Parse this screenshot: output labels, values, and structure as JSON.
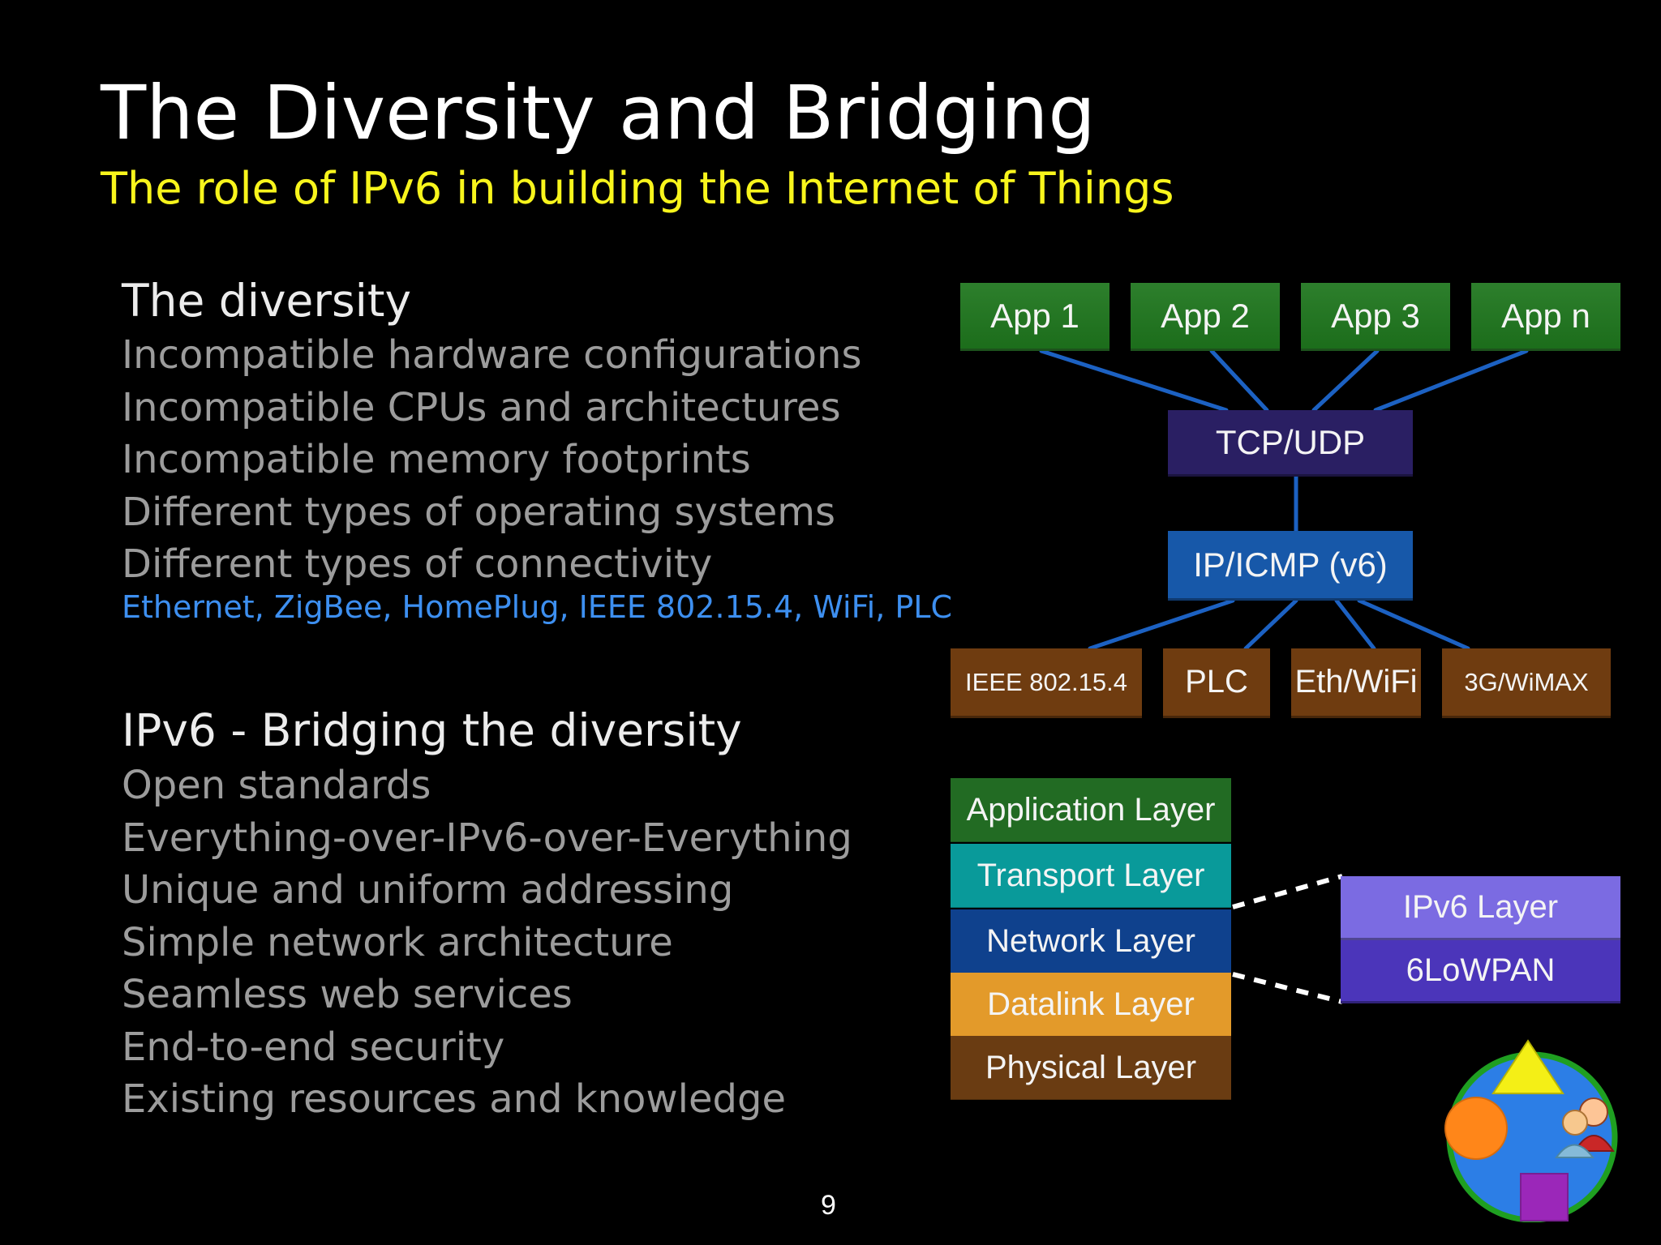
{
  "slide": {
    "title": "The Diversity and Bridging",
    "subtitle": "The role of IPv6 in building the Internet of Things",
    "page_number": "9"
  },
  "diversity": {
    "heading": "The diversity",
    "items": [
      "Incompatible hardware configurations",
      "Incompatible CPUs and architectures",
      "Incompatible memory footprints",
      "Different types of operating systems",
      "Different types of connectivity"
    ],
    "connectivity_note": "Ethernet, ZigBee, HomePlug, IEEE 802.15.4, WiFi, PLC"
  },
  "bridging": {
    "heading": "IPv6 - Bridging the diversity",
    "items": [
      "Open standards",
      "Everything-over-IPv6-over-Everything",
      "Unique and uniform addressing",
      "Simple network architecture",
      "Seamless web services",
      "End-to-end security",
      "Existing resources and knowledge"
    ]
  },
  "network_diagram": {
    "apps": [
      "App 1",
      "App 2",
      "App 3",
      "App n"
    ],
    "transport": "TCP/UDP",
    "network": "IP/ICMP (v6)",
    "physical_links": [
      "IEEE 802.15.4",
      "PLC",
      "Eth/WiFi",
      "3G/WiMAX"
    ],
    "colors": {
      "app": "#247423",
      "transport": "#2a1f63",
      "network": "#1758a9",
      "physical": "#6f3c10",
      "connector": "#1c61c2"
    }
  },
  "layer_diagram": {
    "layers": [
      "Application Layer",
      "Transport Layer",
      "Network Layer",
      "Datalink Layer",
      "Physical Layer"
    ],
    "ipv6_stack": [
      "IPv6 Layer",
      "6LoWPAN"
    ],
    "colors": {
      "application": "#226b23",
      "transport": "#099a9a",
      "network": "#0f418d",
      "datalink": "#e39a2a",
      "physical": "#6a3c12",
      "ipv6": "#7b6be2",
      "sixlowpan": "#4b35ba"
    }
  },
  "logo": {
    "icon": "iot-shapes-people-icon"
  }
}
